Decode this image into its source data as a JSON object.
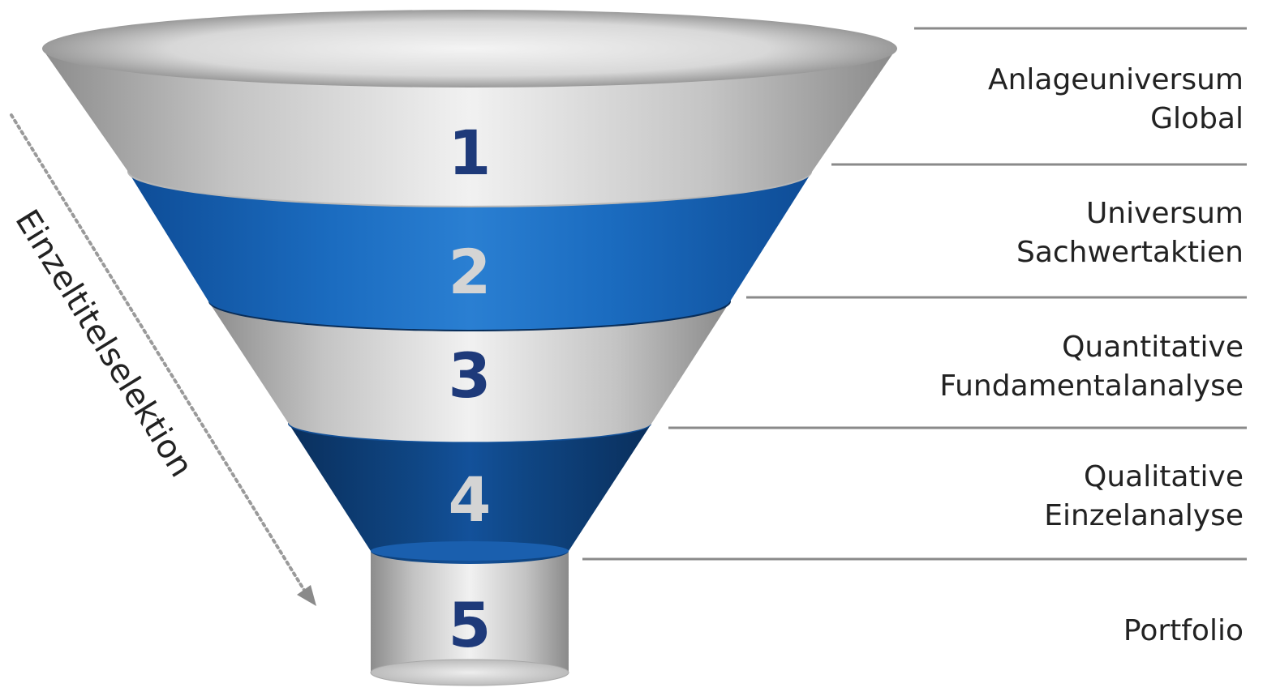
{
  "side_label": "Einzeltitelselektion",
  "stages": [
    {
      "number": "1",
      "lines": [
        "Anlageuniversum",
        "Global"
      ]
    },
    {
      "number": "2",
      "lines": [
        "Universum",
        "Sachwertaktien"
      ]
    },
    {
      "number": "3",
      "lines": [
        "Quantitative",
        "Fundamentalanalyse"
      ]
    },
    {
      "number": "4",
      "lines": [
        "Qualitative",
        "Einzelanalyse"
      ]
    },
    {
      "number": "5",
      "lines": [
        "Portfolio"
      ]
    }
  ],
  "colors": {
    "number_dark": "#1e3a7a",
    "number_light": "#d4d4d4",
    "blue_band": "#1a63b4",
    "navy_band": "#0d3f78",
    "gray_band": "#c6c6c6",
    "divider": "#8a8a8a",
    "arrow": "#9a9a9a"
  }
}
